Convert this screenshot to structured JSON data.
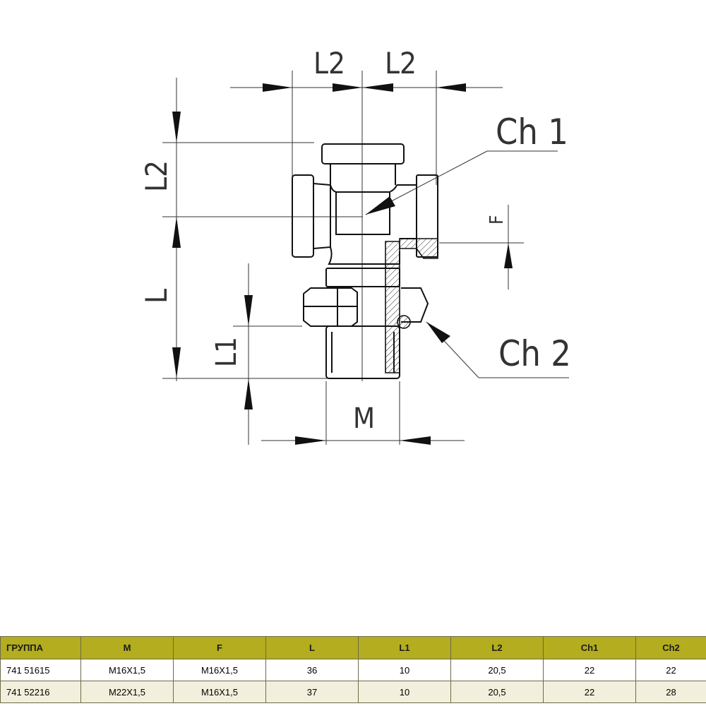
{
  "drawing": {
    "labels": {
      "l2_top_left": "L2",
      "l2_top_right": "L2",
      "l2_side": "L2",
      "l": "L",
      "l1": "L1",
      "m": "M",
      "f": "F",
      "ch1": "Ch 1",
      "ch2": "Ch 2"
    }
  },
  "table": {
    "headers": [
      "ГРУППА",
      "M",
      "F",
      "L",
      "L1",
      "L2",
      "Ch1",
      "Ch2"
    ],
    "header_color": "#b3ad1f",
    "rows": [
      [
        "741 51615",
        "M16X1,5",
        "M16X1,5",
        "36",
        "10",
        "20,5",
        "22",
        "22"
      ],
      [
        "741 52216",
        "M22X1,5",
        "M16X1,5",
        "37",
        "10",
        "20,5",
        "22",
        "28"
      ]
    ]
  }
}
